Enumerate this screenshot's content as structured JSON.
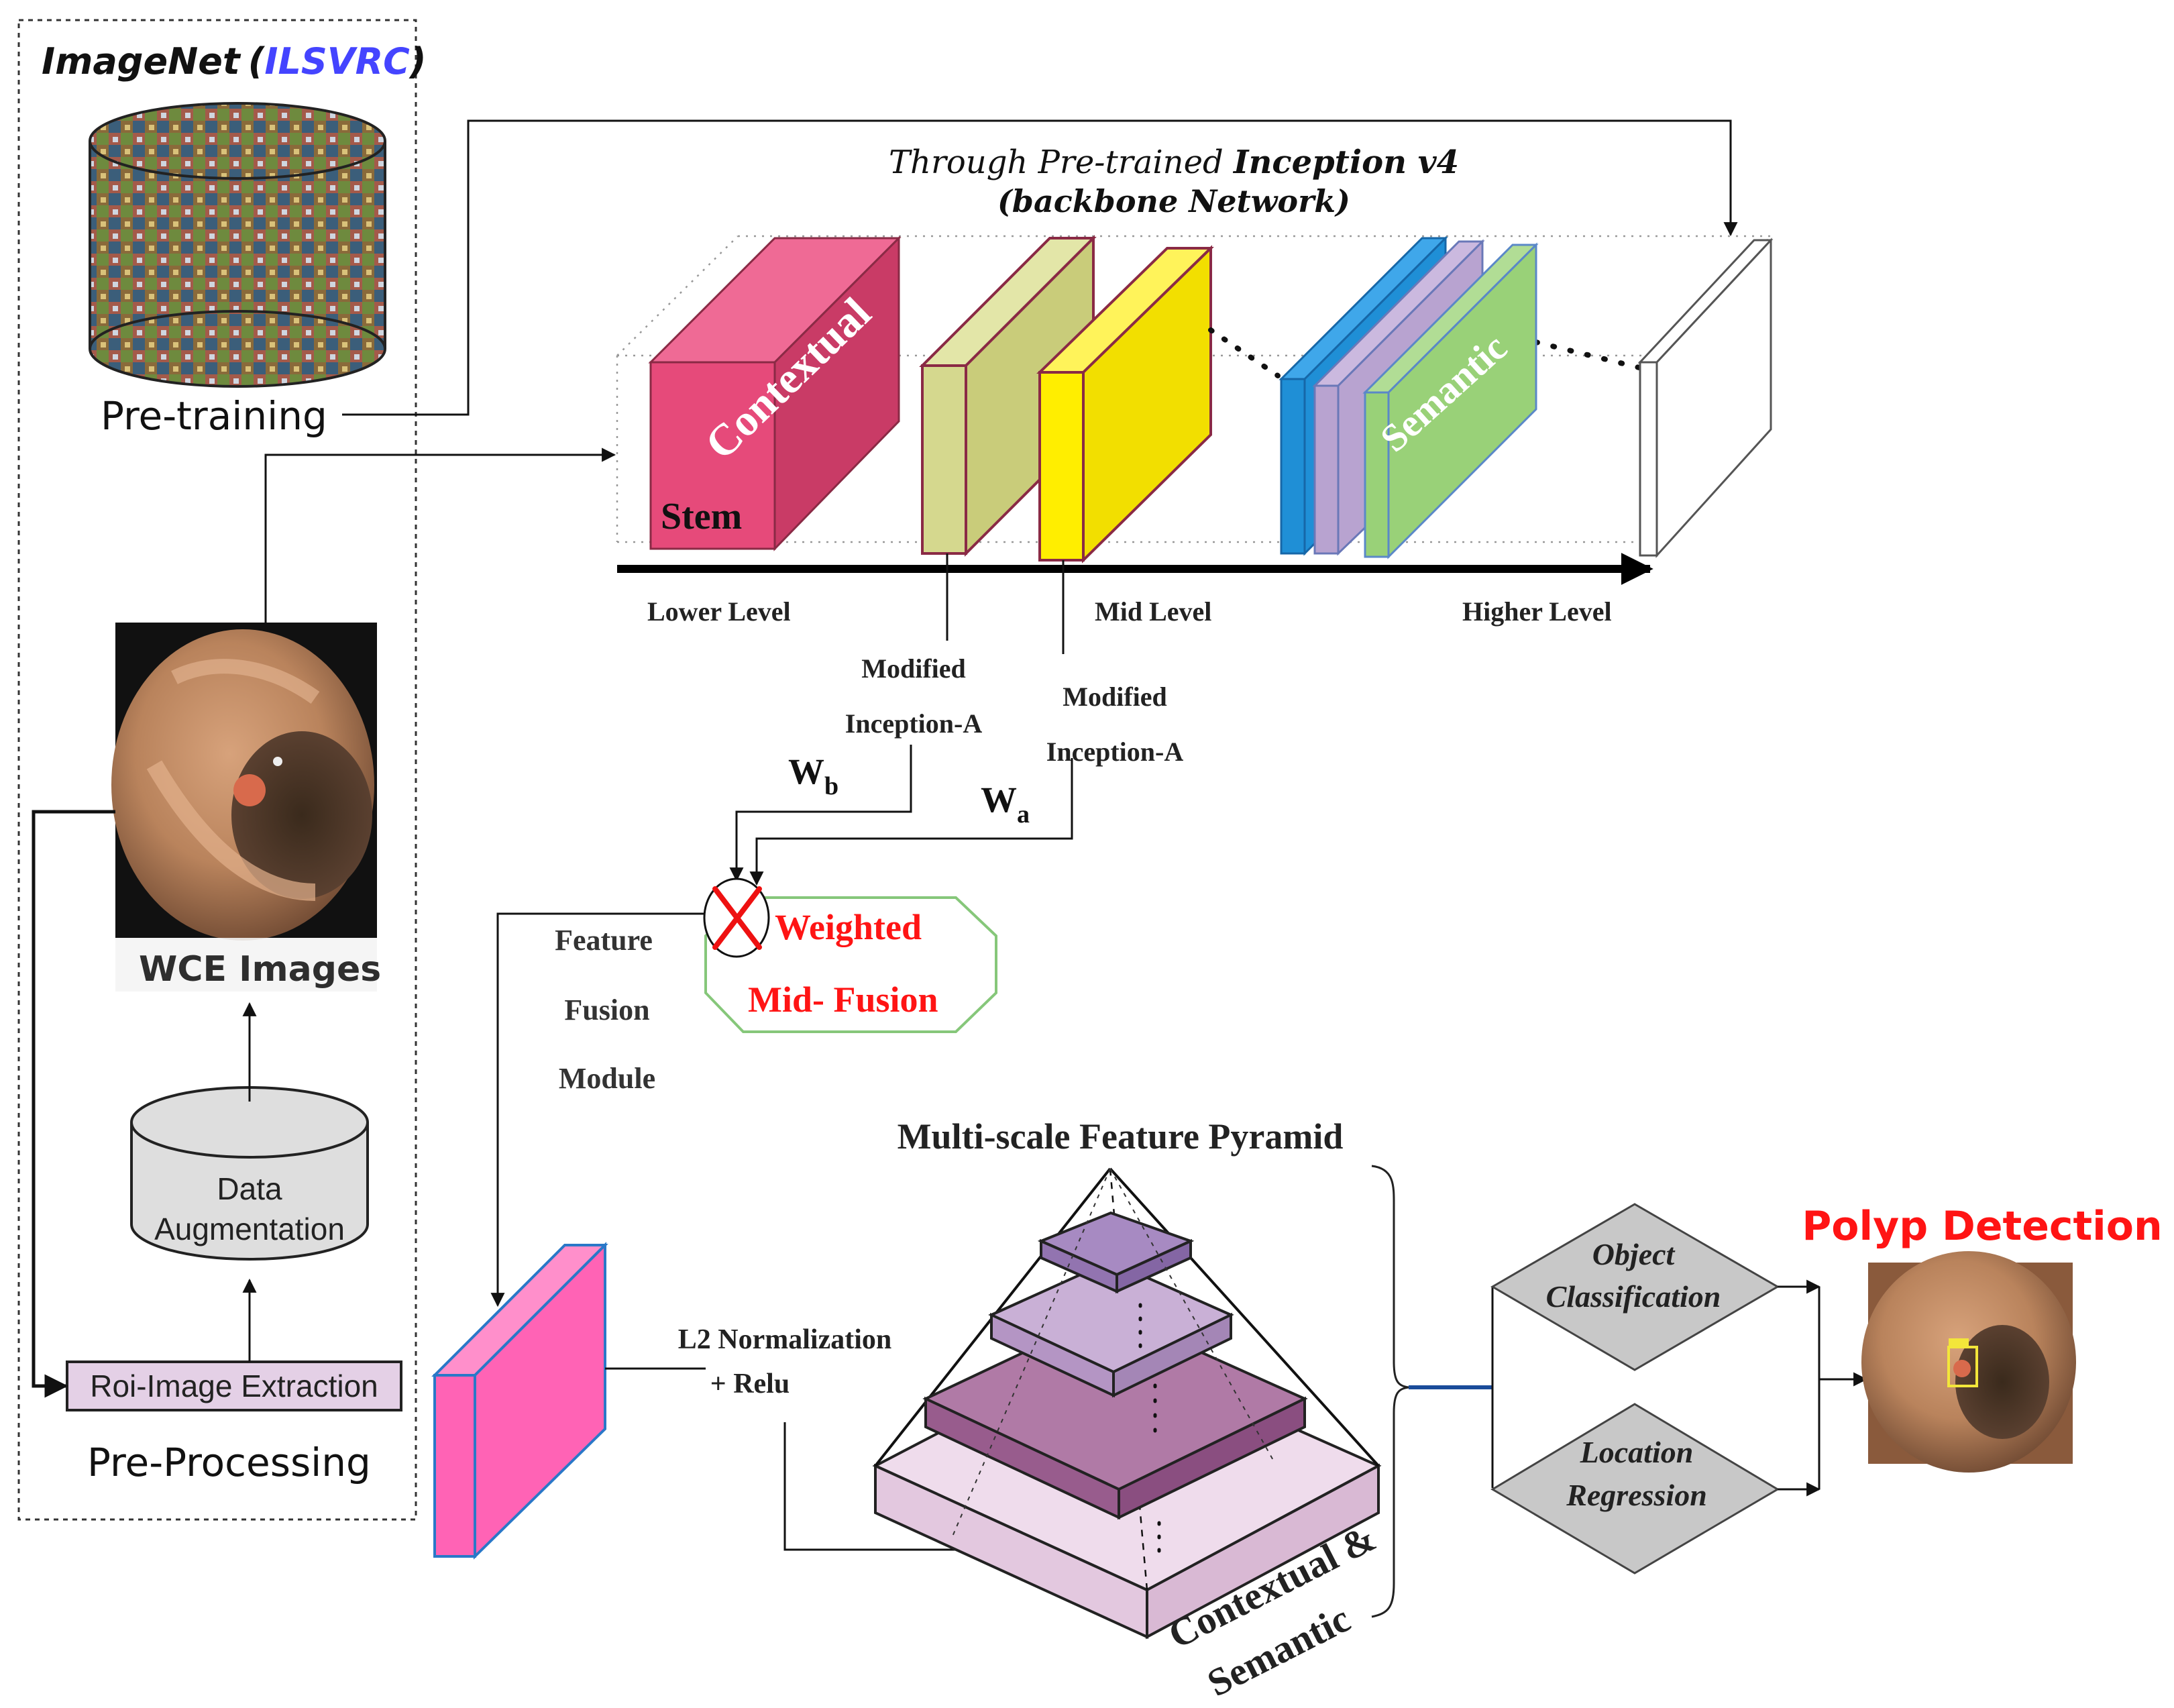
{
  "pretraining_panel": {
    "dataset_name": "ImageNet",
    "dataset_paren_open": "(",
    "dataset_subname": "ILSVRC",
    "dataset_paren_close": ")",
    "pretraining_label": "Pre-training",
    "wce_label": "WCE Images",
    "data_aug_line1": "Data",
    "data_aug_line2": "Augmentation",
    "roi_label": "Roi-Image Extraction",
    "preprocessing_label": "Pre-Processing"
  },
  "backbone": {
    "title_line1_prefix": "Through Pre-trained ",
    "title_line1_bold": "Inception v4",
    "title_line2": "(backbone Network)",
    "stem_block_label": "Contextual",
    "stem_label": "Stem",
    "semantic_block_label": "Semantic",
    "level_lower": "Lower Level",
    "level_mid": "Mid Level",
    "level_higher": "Higher Level",
    "modified_1_line1": "Modified",
    "modified_1_line2": "Inception-A",
    "modified_2_line1": "Modified",
    "modified_2_line2": "Inception-A"
  },
  "fusion": {
    "wb_main": "W",
    "wb_sub": "b",
    "wa_main": "W",
    "wa_sub": "a",
    "weighted_line1": "Weighted",
    "weighted_line2": "Mid- Fusion",
    "module_line1": "Feature",
    "module_line2": "Fusion",
    "module_line3": "Module",
    "l2_line1": "L2 Normalization",
    "l2_line2": "+ Relu"
  },
  "pyramid": {
    "title": "Multi-scale Feature Pyramid",
    "side_line1": "Contextual &",
    "side_line2": "Semantic"
  },
  "detection": {
    "object_line1": "Object",
    "object_line2": "Classification",
    "location_line1": "Location",
    "location_line2": "Regression",
    "title": "Polyp Detection"
  },
  "colors": {
    "stem_block": "#e64a7a",
    "inception_a1": "#d5d88e",
    "inception_a2": "#ffee00",
    "deep_blue": "#1f8fd6",
    "deep_purple": "#b8a3d0",
    "semantic_green": "#99d178",
    "fusion_pink": "#ff63b5",
    "fusion_text": "#ff1414",
    "dataset_blue": "#4444ff",
    "pyramid_light": "#e9d3e5",
    "pyramid_mid": "#b07aa6",
    "pyramid_upper": "#c9b0d6",
    "pyramid_top": "#a78ac2",
    "diamond_fill": "#c8c8c8"
  }
}
